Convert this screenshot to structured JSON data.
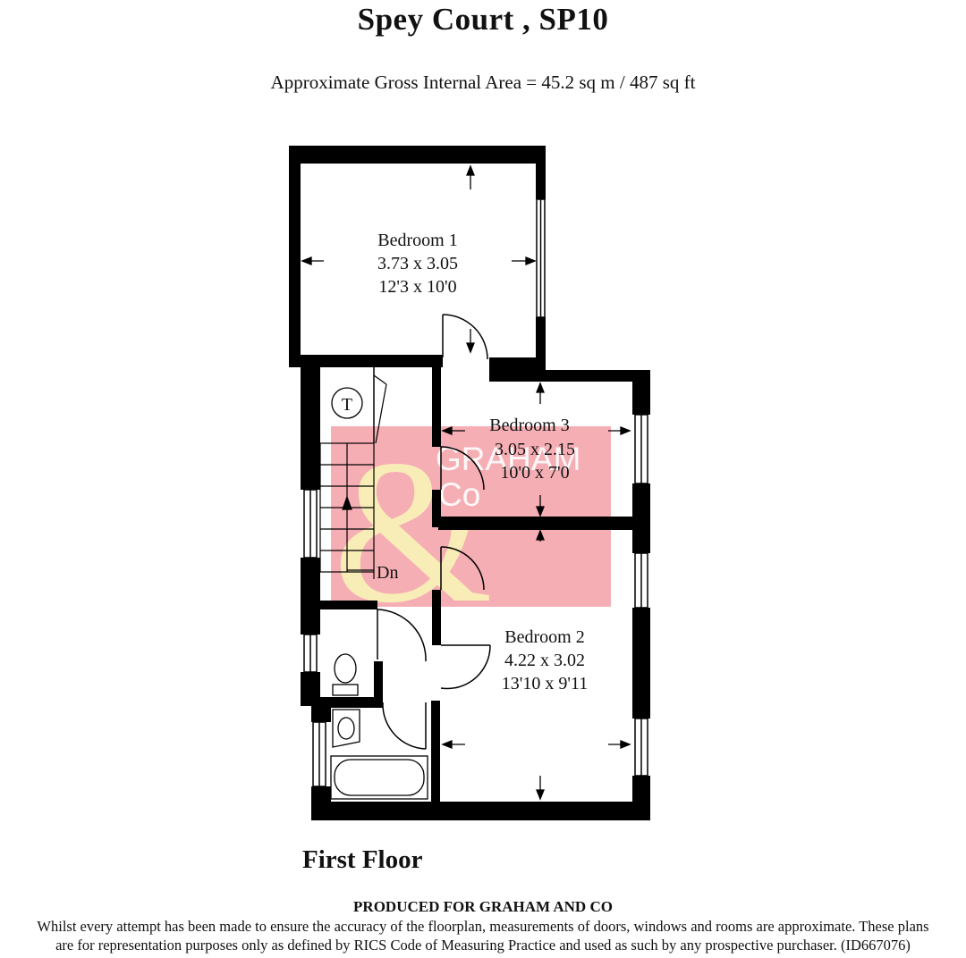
{
  "header": {
    "title": "Spey Court , SP10",
    "subtitle": "Approximate Gross Internal Area = 45.2 sq m / 487 sq ft"
  },
  "rooms": [
    {
      "name": "Bedroom 1",
      "metric": "3.73 x 3.05",
      "imperial": "12'3 x 10'0"
    },
    {
      "name": "Bedroom 3",
      "metric": "3.05 x 2.15",
      "imperial": "10'0 x 7'0"
    },
    {
      "name": "Bedroom 2",
      "metric": "4.22 x 3.02",
      "imperial": "13'10 x 9'11"
    }
  ],
  "fixtures": {
    "tank_label": "T",
    "stairs_label": "Dn"
  },
  "watermark": {
    "line1": "GRAHAM",
    "line2": "Co",
    "ampersand": "&",
    "colors": {
      "box": "#f5a0a8",
      "ampersand": "#f9f1b8"
    }
  },
  "footer": {
    "floor": "First Floor",
    "produced": "PRODUCED FOR GRAHAM AND CO",
    "disclaimer_line1": "Whilst every attempt has been made to ensure the accuracy of the floorplan, measurements of doors, windows and rooms are approximate. These plans",
    "disclaimer_line2": "are for representation purposes only as defined by RICS Code of Measuring Practice and used as such by any prospective purchaser. (ID667076)"
  }
}
